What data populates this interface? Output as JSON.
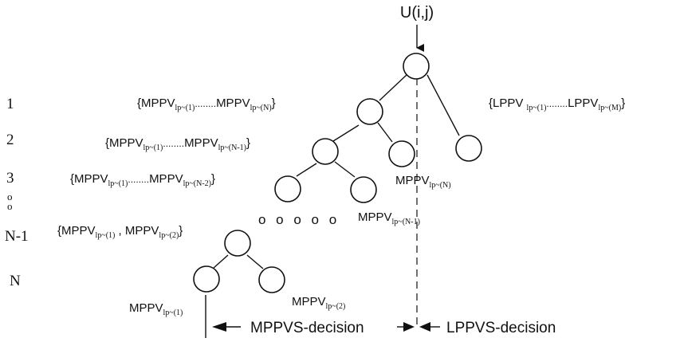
{
  "top_label": "U(i,j)",
  "levels": [
    "1",
    "2",
    "3",
    "o",
    "o",
    "N-1",
    "N"
  ],
  "sets": {
    "level1_left": {
      "a": "MPPV",
      "asub": "lp~(1)",
      "dots": "........",
      "b": "MPPV",
      "bsub": "lp~(N)"
    },
    "level1_right": {
      "a": "LPPV ",
      "asub": "lp~(1)",
      "dots": "........",
      "b": "LPPV",
      "bsub": "lp~(M)"
    },
    "level2_left": {
      "a": "MPPV",
      "asub": "lp~(1)",
      "dots": "........",
      "b": "MPPV",
      "bsub": "lp~(N-1)"
    },
    "level3_left": {
      "a": "MPPV",
      "asub": "lp~(1)",
      "dots": "........",
      "b": "MPPV",
      "bsub": "lp~(N-2)"
    },
    "levelN1_left": {
      "a": "MPPV",
      "asub": "lp~(1)",
      "sep": " , ",
      "b": "MPPV",
      "bsub": "lp~(2)"
    }
  },
  "leaf_labels": {
    "n": {
      "main": "MPPV",
      "sub": "lp~(N)"
    },
    "n1": {
      "main": "MPPV",
      "sub": "lp~(N-1)"
    },
    "one": {
      "main": "MPPV",
      "sub": "lp~(1)"
    },
    "two": {
      "main": "MPPV",
      "sub": "lp~(2)"
    }
  },
  "ellipsis_nodes": "o o o o o",
  "bottom": {
    "mppvs": "MPPVS-decision",
    "lppvs": "LPPVS-decision"
  }
}
